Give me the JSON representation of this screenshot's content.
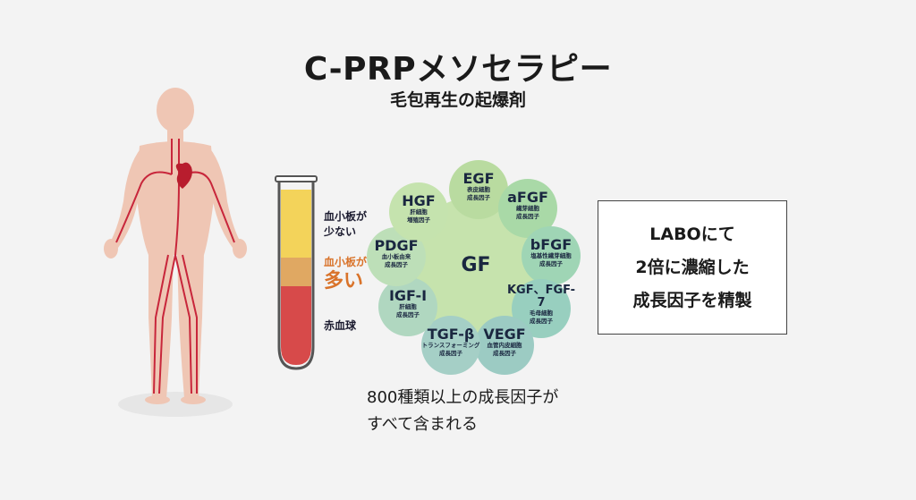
{
  "title": "C-PRPメソセラピー",
  "subtitle": "毛包再生の起爆剤",
  "tube": {
    "labels": {
      "low_platelet": [
        "血小板が",
        "少ない"
      ],
      "high_platelet": [
        "血小板が",
        "多い"
      ],
      "rbc": "赤血球"
    },
    "colors": {
      "plasma": "#f3d35a",
      "platelet_layer": "#e0a862",
      "red_cells": "#d74a4a"
    }
  },
  "growth_factors": {
    "center": "GF",
    "nodes": [
      {
        "name": "EGF",
        "desc": [
          "表皮細胞",
          "成長因子"
        ],
        "color": "#b9dba0"
      },
      {
        "name": "aFGF",
        "desc": [
          "繊芽細胞",
          "成長因子"
        ],
        "color": "#a9d9a7"
      },
      {
        "name": "bFGF",
        "desc": [
          "塩基性繊芽細胞",
          "成長因子"
        ],
        "color": "#9fd5b5"
      },
      {
        "name": "KGF、FGF-7",
        "desc": [
          "毛母細胞",
          "成長因子"
        ],
        "color": "#98cfbf"
      },
      {
        "name": "VEGF",
        "desc": [
          "血管内皮細胞",
          "成長因子"
        ],
        "color": "#9ccbc3"
      },
      {
        "name": "TGF-β",
        "desc": [
          "トランスフォーミング",
          "成長因子"
        ],
        "color": "#a5cfc6"
      },
      {
        "name": "IGF-I",
        "desc": [
          "肝細胞",
          "成長因子"
        ],
        "color": "#b0d7c0"
      },
      {
        "name": "PDGF",
        "desc": [
          "血小板由来",
          "成長因子"
        ],
        "color": "#bddfb8"
      },
      {
        "name": "HGF",
        "desc": [
          "肝細胞",
          "増殖因子"
        ],
        "color": "#c5e3ae"
      }
    ],
    "center_color": "#c6e3ad"
  },
  "caption": [
    "800種類以上の成長因子が",
    "すべて含まれる"
  ],
  "box": [
    "LABOにて",
    "2倍に濃縮した",
    "成長因子を精製"
  ]
}
